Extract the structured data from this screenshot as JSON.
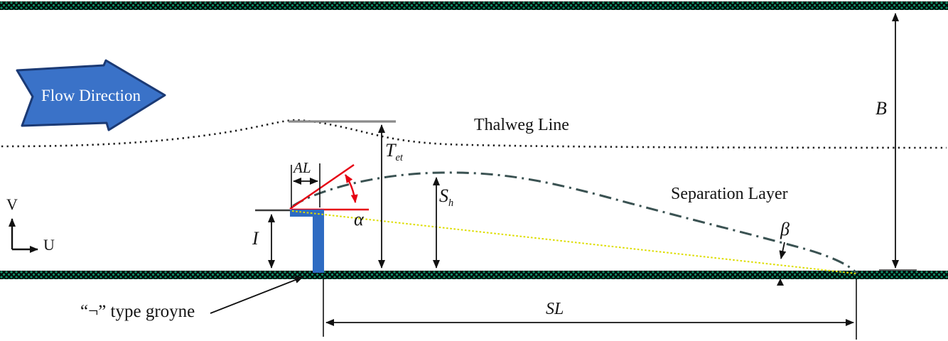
{
  "diagram": {
    "flow_arrow_label": "Flow Direction",
    "thalweg_label": "Thalweg Line",
    "separation_label": "Separation Layer",
    "groyne_label": "“¬” type groyne",
    "axes": {
      "vertical": "V",
      "horizontal": "U"
    },
    "dimensions": {
      "arm_length": "AL",
      "thalweg_elev_main": "T",
      "thalweg_elev_sub": "et",
      "separation_height_main": "S",
      "separation_height_sub": "h",
      "groyne_height": "I",
      "channel_width": "B",
      "separation_length": "SL"
    },
    "angles": {
      "alpha": "α",
      "beta": "β"
    },
    "colors": {
      "flow_arrow_fill": "#3a72c8",
      "flow_arrow_outline": "#1b3a75",
      "groyne_fill": "#2e6bc2",
      "angle_line_red": "#e60012",
      "reattachment_line_yellow": "#dddd00",
      "separation_curve": "#3a5252",
      "thalweg_dots": "#1c1c1c",
      "wall_base": "#000000",
      "wall_dot_green": "#0d8a64"
    }
  }
}
